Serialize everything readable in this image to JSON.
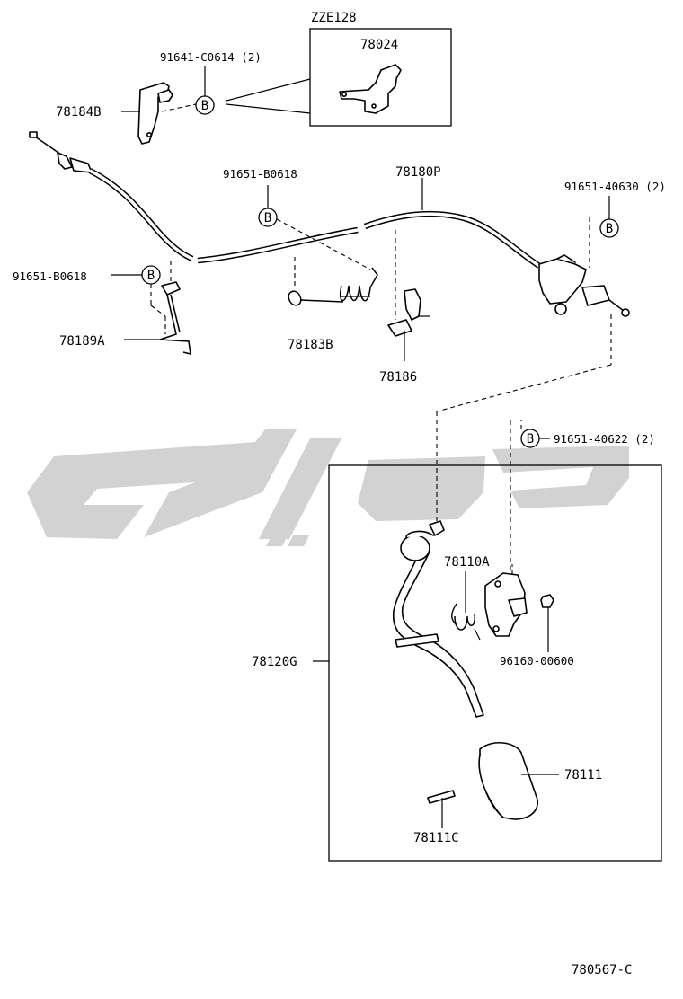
{
  "labels": {
    "variant": "ZZE128",
    "p78024": "78024",
    "p91641": "91641-C0614 (2)",
    "p78184B": "78184B",
    "p91651_B0618_top": "91651-B0618",
    "p78180P": "78180P",
    "p91651_40630": "91651-40630 (2)",
    "p91651_B0618_left": "91651-B0618",
    "p78183B": "78183B",
    "p78189A": "78189A",
    "p78186": "78186",
    "p91651_40622": "91651-40622 (2)",
    "p78110A": "78110A",
    "p78120G": "78120G",
    "p96160": "96160-00600",
    "p78111": "78111",
    "p78111C": "78111C",
    "figure_code": "780567-C"
  },
  "bolt_marker": "B",
  "colors": {
    "ink": "#000000",
    "watermark": "#d2d2d2",
    "background": "#ffffff"
  }
}
